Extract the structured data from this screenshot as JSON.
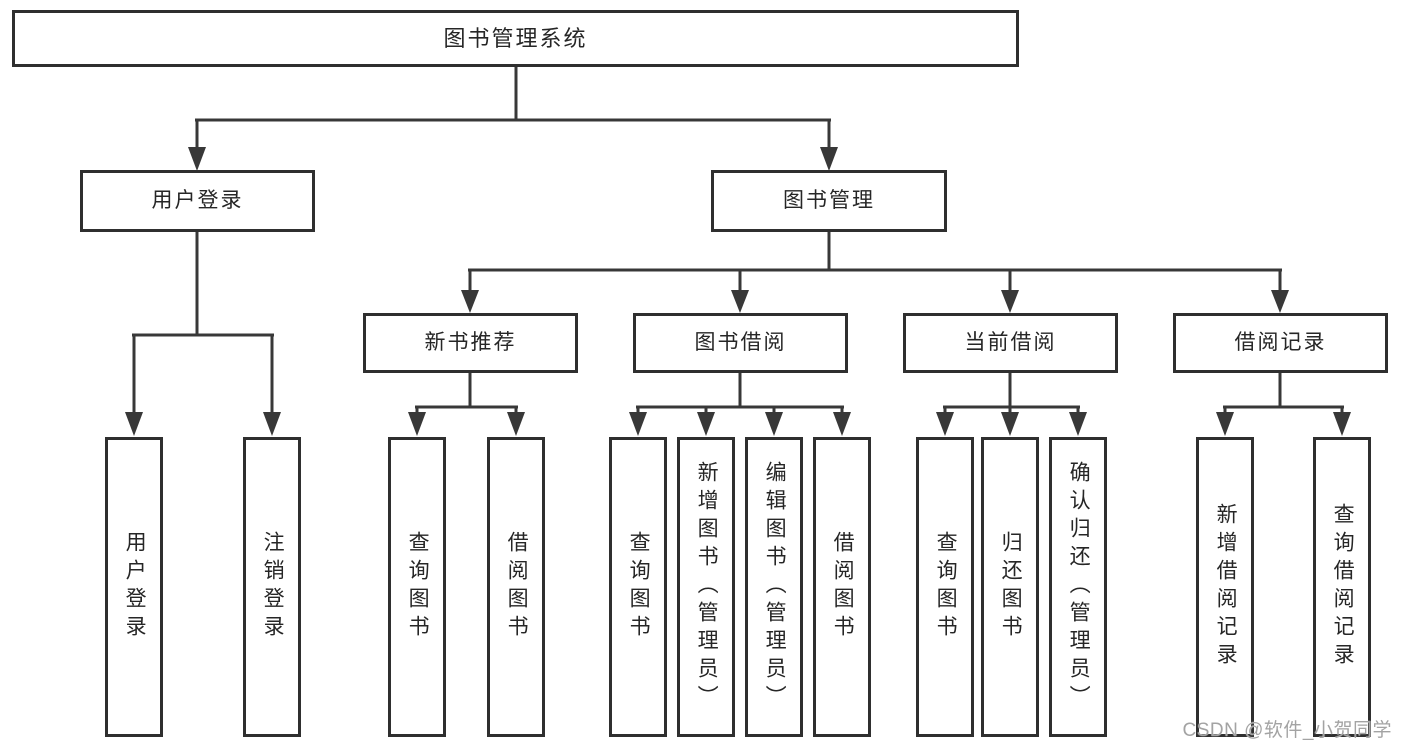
{
  "tree": {
    "label": "图书管理系统",
    "children": [
      {
        "label": "用户登录",
        "children": [
          {
            "label": "用户登录"
          },
          {
            "label": "注销登录"
          }
        ]
      },
      {
        "label": "图书管理",
        "children": [
          {
            "label": "新书推荐",
            "children": [
              {
                "label": "查询图书"
              },
              {
                "label": "借阅图书"
              }
            ]
          },
          {
            "label": "图书借阅",
            "children": [
              {
                "label": "查询图书"
              },
              {
                "label": "新增图书（管理员）"
              },
              {
                "label": "编辑图书（管理员）"
              },
              {
                "label": "借阅图书"
              }
            ]
          },
          {
            "label": "当前借阅",
            "children": [
              {
                "label": "查询图书"
              },
              {
                "label": "归还图书"
              },
              {
                "label": "确认归还（管理员）"
              }
            ]
          },
          {
            "label": "借阅记录",
            "children": [
              {
                "label": "新增借阅记录"
              },
              {
                "label": "查询借阅记录"
              }
            ]
          }
        ]
      }
    ]
  },
  "watermark": "CSDN @软件_小贺同学",
  "colors": {
    "line": "#383838",
    "box_border": "#2f2f2f",
    "text": "#262626",
    "watermark": "#a3a3a3",
    "background": "#ffffff"
  }
}
